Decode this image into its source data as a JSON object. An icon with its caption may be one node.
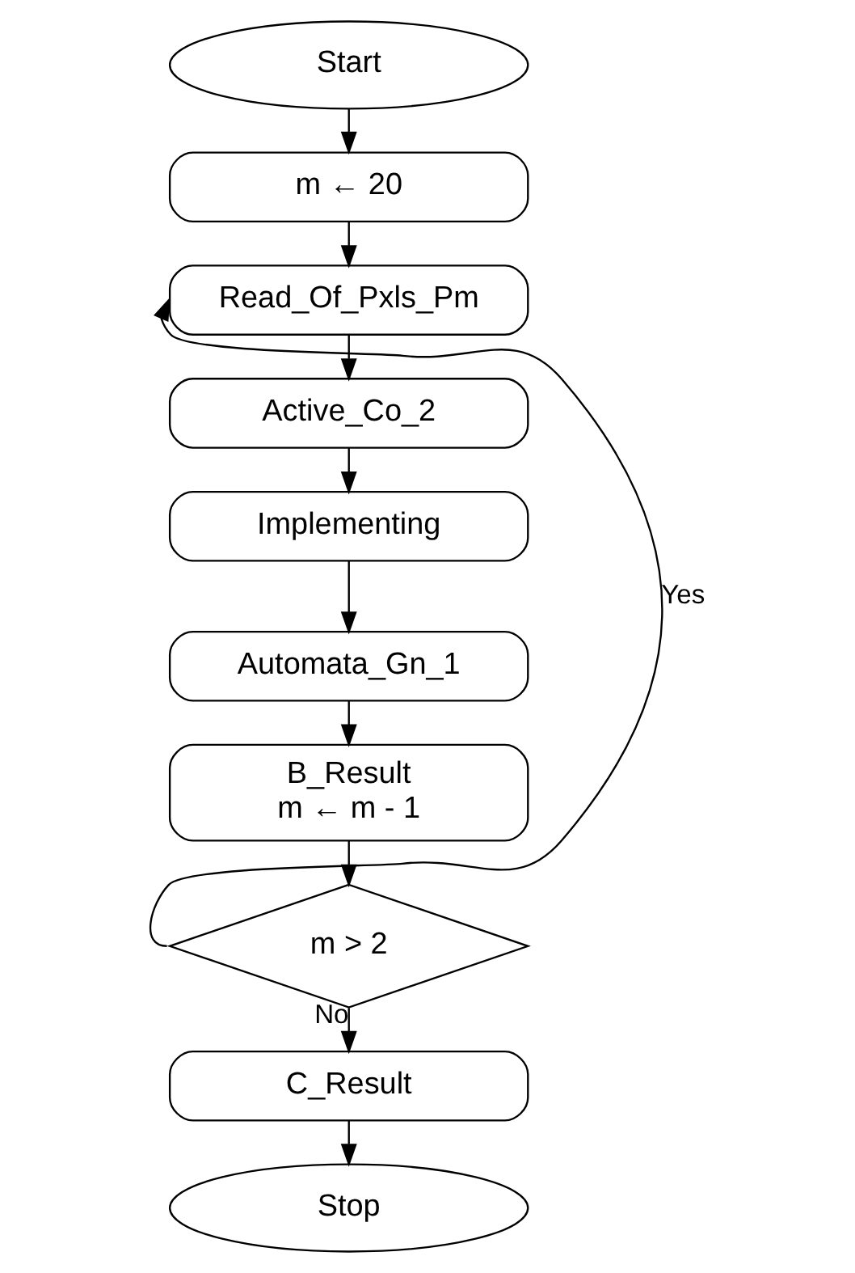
{
  "diagram": {
    "nodes": [
      {
        "text": [
          "Start"
        ]
      },
      {
        "text": [
          "m ← 20"
        ]
      },
      {
        "text": [
          "Read_Of_Pxls_Pm"
        ]
      },
      {
        "text": [
          "Active_Co_2"
        ]
      },
      {
        "text": [
          "Implementing"
        ]
      },
      {
        "text": [
          "Automata_Gn_1"
        ]
      },
      {
        "text": [
          "B_Result",
          "m ← m - 1"
        ]
      },
      {
        "text": [
          "m > 2"
        ]
      },
      {
        "text": [
          "C_Result"
        ]
      },
      {
        "text": [
          "Stop"
        ]
      }
    ],
    "edges": [
      {
        "from": 0,
        "to": 1,
        "arrow": "to"
      },
      {
        "from": 1,
        "to": 2,
        "arrow": "to"
      },
      {
        "from": 2,
        "to": 3,
        "arrow": "to"
      },
      {
        "from": 3,
        "to": 4,
        "arrow": "to"
      },
      {
        "from": 4,
        "to": 5,
        "arrow": "to"
      },
      {
        "from": 5,
        "to": 6,
        "arrow": "to"
      },
      {
        "from": 6,
        "to": 7,
        "arrow": "to"
      },
      {
        "from": 7,
        "to": 2,
        "arrow": "to",
        "label": "Yes"
      },
      {
        "from": 7,
        "to": 8,
        "arrow": "to",
        "label": "No"
      },
      {
        "from": 8,
        "to": 9,
        "arrow": "to"
      }
    ]
  }
}
